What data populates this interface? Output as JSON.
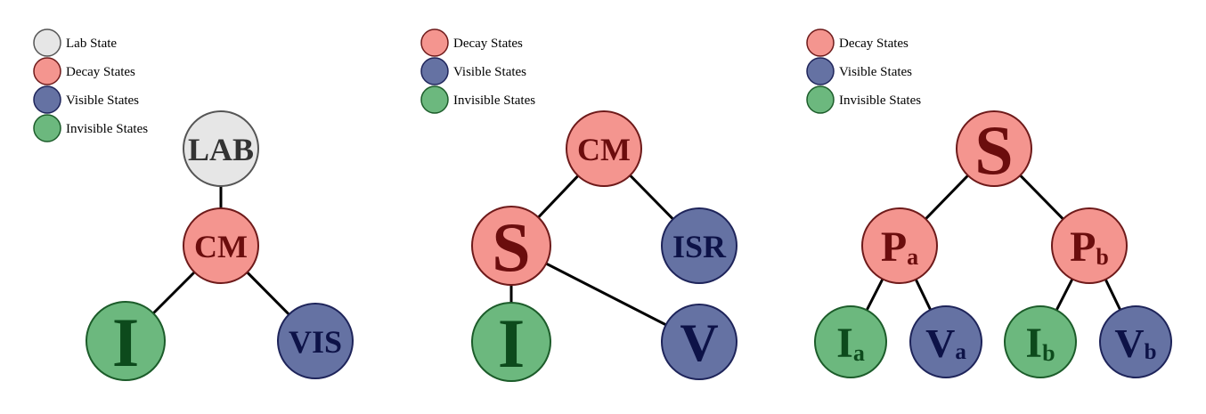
{
  "colors": {
    "lab": {
      "fill": "#e6e6e6",
      "stroke": "#555555",
      "text": "#333333"
    },
    "decay": {
      "fill": "#f4958f",
      "stroke": "#6e1a1a",
      "text": "#6b0d0d"
    },
    "visible": {
      "fill": "#6572a3",
      "stroke": "#1e245a",
      "text": "#0d1247"
    },
    "invisible": {
      "fill": "#6cb87e",
      "stroke": "#1c5c2a",
      "text": "#0d4a1c"
    }
  },
  "diagrams": [
    {
      "legend": [
        {
          "type": "lab",
          "label": "Lab State"
        },
        {
          "type": "decay",
          "label": "Decay States"
        },
        {
          "type": "visible",
          "label": "Visible States"
        },
        {
          "type": "invisible",
          "label": "Invisible States"
        }
      ],
      "nodes": [
        {
          "id": "lab",
          "type": "lab",
          "label": "LAB",
          "sub": ""
        },
        {
          "id": "cm",
          "type": "decay",
          "label": "CM",
          "sub": ""
        },
        {
          "id": "i",
          "type": "invisible",
          "label": "I",
          "sub": ""
        },
        {
          "id": "vis",
          "type": "visible",
          "label": "VIS",
          "sub": ""
        }
      ],
      "edges": [
        [
          "lab",
          "cm"
        ],
        [
          "cm",
          "i"
        ],
        [
          "cm",
          "vis"
        ]
      ]
    },
    {
      "legend": [
        {
          "type": "decay",
          "label": "Decay States"
        },
        {
          "type": "visible",
          "label": "Visible States"
        },
        {
          "type": "invisible",
          "label": "Invisible States"
        }
      ],
      "nodes": [
        {
          "id": "cm",
          "type": "decay",
          "label": "CM",
          "sub": ""
        },
        {
          "id": "s",
          "type": "decay",
          "label": "S",
          "sub": ""
        },
        {
          "id": "isr",
          "type": "visible",
          "label": "ISR",
          "sub": ""
        },
        {
          "id": "i",
          "type": "invisible",
          "label": "I",
          "sub": ""
        },
        {
          "id": "v",
          "type": "visible",
          "label": "V",
          "sub": ""
        }
      ],
      "edges": [
        [
          "cm",
          "s"
        ],
        [
          "cm",
          "isr"
        ],
        [
          "s",
          "i"
        ],
        [
          "s",
          "v"
        ]
      ]
    },
    {
      "legend": [
        {
          "type": "decay",
          "label": "Decay States"
        },
        {
          "type": "visible",
          "label": "Visible States"
        },
        {
          "type": "invisible",
          "label": "Invisible States"
        }
      ],
      "nodes": [
        {
          "id": "s",
          "type": "decay",
          "label": "S",
          "sub": ""
        },
        {
          "id": "pa",
          "type": "decay",
          "label": "P",
          "sub": "a"
        },
        {
          "id": "pb",
          "type": "decay",
          "label": "P",
          "sub": "b"
        },
        {
          "id": "ia",
          "type": "invisible",
          "label": "I",
          "sub": "a"
        },
        {
          "id": "va",
          "type": "visible",
          "label": "V",
          "sub": "a"
        },
        {
          "id": "ib",
          "type": "invisible",
          "label": "I",
          "sub": "b"
        },
        {
          "id": "vb",
          "type": "visible",
          "label": "V",
          "sub": "b"
        }
      ],
      "edges": [
        [
          "s",
          "pa"
        ],
        [
          "s",
          "pb"
        ],
        [
          "pa",
          "ia"
        ],
        [
          "pa",
          "va"
        ],
        [
          "pb",
          "ib"
        ],
        [
          "pb",
          "vb"
        ]
      ]
    }
  ]
}
